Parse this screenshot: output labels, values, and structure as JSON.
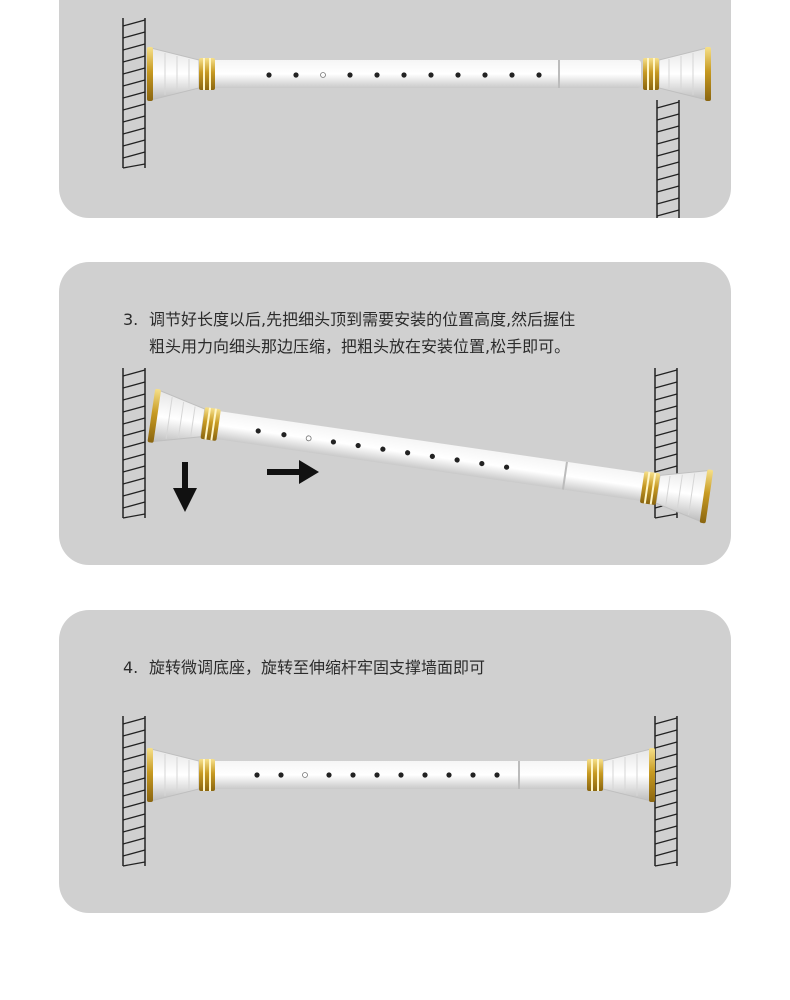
{
  "steps": [
    {
      "id": "step-2",
      "number": "",
      "text": ""
    },
    {
      "id": "step-3",
      "number": "3.",
      "line1": "调节好长度以后,先把细头顶到需要安装的位置高度,然后握住",
      "line2": "粗头用力向细头那边压缩，把粗头放在安装位置,松手即可。"
    },
    {
      "id": "step-4",
      "number": "4.",
      "line1": "旋转微调底座，旋转至伸缩杆牢固支撑墙面即可"
    }
  ],
  "colors": {
    "panel": "#d0d0d0",
    "wall": "#222222",
    "rod": "#ffffff",
    "gold": "#d4a92a",
    "arrow": "#111111"
  },
  "icons": [
    "arrow-down-icon",
    "arrow-right-icon",
    "wall-icon",
    "tension-rod-icon"
  ]
}
